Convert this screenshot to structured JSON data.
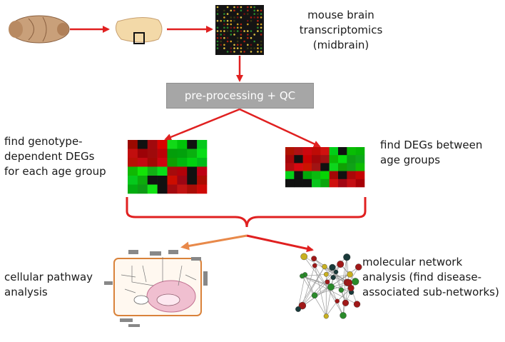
{
  "labels": {
    "transcriptomics": "mouse brain\ntranscriptomics\n(midbrain)",
    "preprocessing": "pre-processing + QC",
    "genotype_degs": "find genotype-\ndependent DEGs\nfor each age group",
    "age_degs": "find DEGs between\nage groups",
    "pathway": "cellular pathway\nanalysis",
    "network": "molecular network\nanalysis (find disease-\nassociated sub-networks)"
  },
  "colors": {
    "arrow": "#e02020",
    "arrow_orange": "#e8894a",
    "box_gray": "#a6a6a6",
    "brain": "#c9a07a",
    "brain_slice": "#f3d9a8",
    "heat_red": "#c00000",
    "heat_green": "#10a020",
    "heat_black": "#111111",
    "pathway_border": "#d9823a",
    "nucleus": "#f0bfd0",
    "node_red": "#a01818",
    "node_green": "#2a8a2a",
    "node_yellow": "#c8b020"
  }
}
